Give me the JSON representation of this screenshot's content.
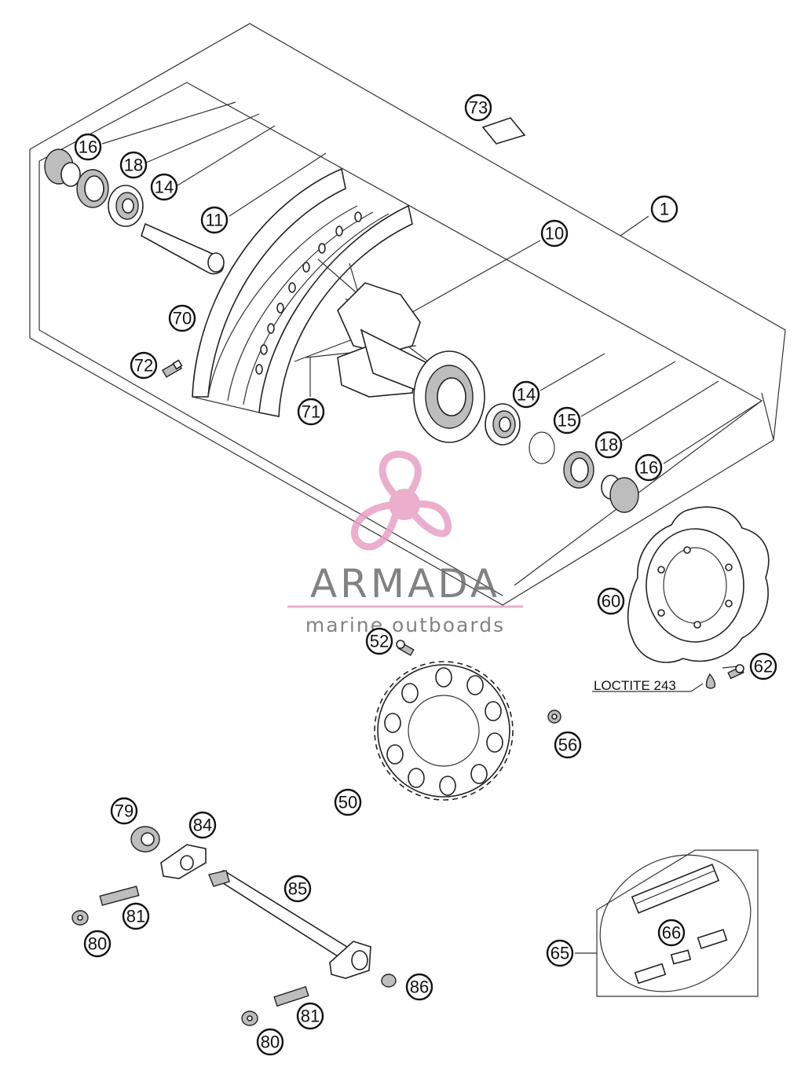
{
  "callouts": {
    "c1": "1",
    "c10": "10",
    "c11": "11",
    "c14a": "14",
    "c14b": "14",
    "c15": "15",
    "c16a": "16",
    "c16b": "16",
    "c18a": "18",
    "c18b": "18",
    "c50": "50",
    "c52": "52",
    "c56": "56",
    "c60": "60",
    "c62": "62",
    "c65": "65",
    "c66": "66",
    "c70": "70",
    "c71": "71",
    "c72": "72",
    "c73": "73",
    "c79": "79",
    "c80a": "80",
    "c80b": "80",
    "c81a": "81",
    "c81b": "81",
    "c84": "84",
    "c85": "85",
    "c86": "86"
  },
  "notes": {
    "loctite": "LOCTITE 243"
  },
  "watermark": {
    "title": "ARMADA",
    "subtitle": "marine outboards",
    "color": "#e8a0c4"
  }
}
